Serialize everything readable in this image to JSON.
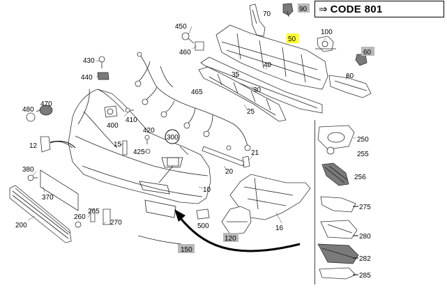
{
  "code_box": {
    "arrow_icon": "arrow-right-icon",
    "label": "CODE 801"
  },
  "callouts": {
    "c90": "90",
    "c70": "70",
    "c50": "50",
    "c100": "100",
    "c60": "60",
    "c450": "450",
    "c460": "460",
    "c430": "430",
    "c440": "440",
    "c465": "465",
    "c40": "40",
    "c35": "35",
    "c30": "30",
    "c25": "25",
    "c470": "470",
    "c480": "480",
    "c400": "400",
    "c410": "410",
    "c420": "420",
    "c425": "425",
    "c15": "15",
    "c300": "300",
    "c12": "12",
    "c380": "380",
    "c370": "370",
    "c200": "200",
    "c260": "260",
    "c265": "265",
    "c270": "270",
    "c21": "21",
    "c20": "20",
    "c10": "10",
    "c500": "500",
    "c120": "120",
    "c16": "16",
    "c150": "150"
  },
  "right_panel": {
    "c250": "250",
    "c255": "255",
    "c256": "256",
    "c275": "275",
    "c280": "280",
    "c282": "282",
    "c285": "285"
  },
  "highlight_colors": {
    "yellow": "#ffff33",
    "grey": "#b8b8b8"
  }
}
